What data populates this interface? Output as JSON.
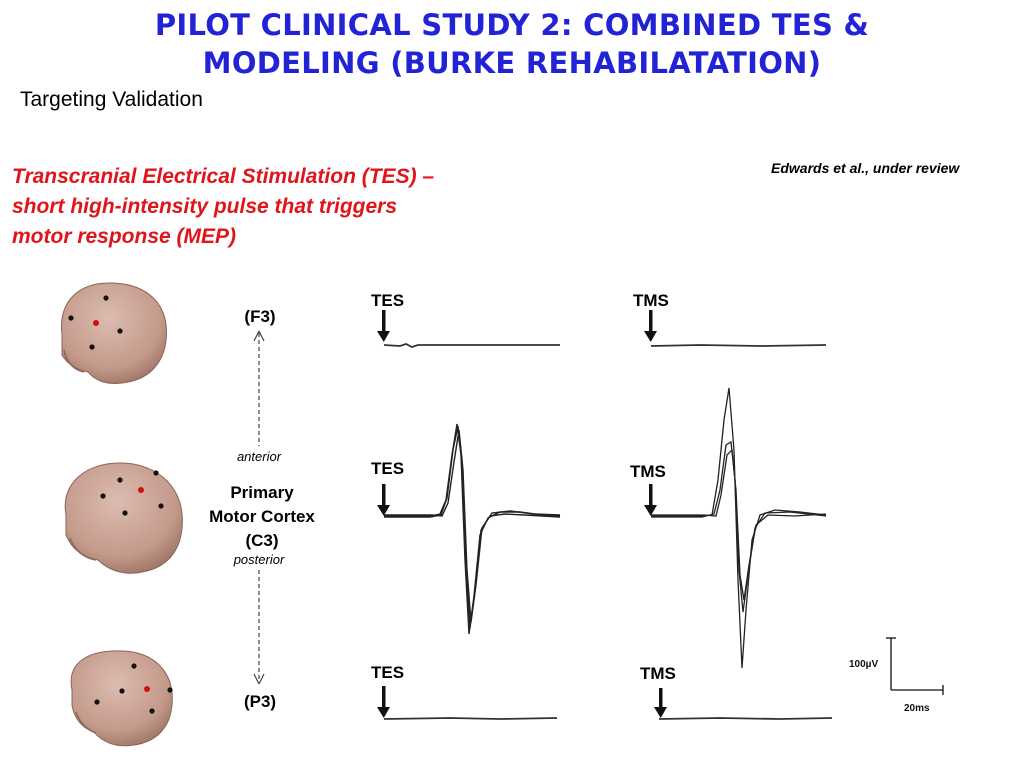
{
  "slide": {
    "title_line1": "PILOT CLINICAL STUDY 2: COMBINED TES &",
    "title_line2": "MODELING  (BURKE REHABILATATION)",
    "subtitle": "Targeting Validation",
    "description_line1": "Transcranial Electrical Stimulation (TES) –",
    "description_line2": "short high-intensity pulse that triggers",
    "description_line3": "motor response (MEP)",
    "citation": "Edwards et al., under review"
  },
  "figure": {
    "label_f3": "(F3)",
    "label_anterior": "anterior",
    "label_primary": "Primary",
    "label_motor_cortex": "Motor Cortex",
    "label_c3": "(C3)",
    "label_posterior": "posterior",
    "label_p3": "(P3)",
    "tes_label": "TES",
    "tms_label": "TMS",
    "scale_voltage": "100µV",
    "scale_time": "20ms",
    "colors": {
      "skin": "#c9a396",
      "skin_dark": "#a97e70",
      "marker": "#111111",
      "target": "#cc1111",
      "trace": "#222222"
    }
  }
}
